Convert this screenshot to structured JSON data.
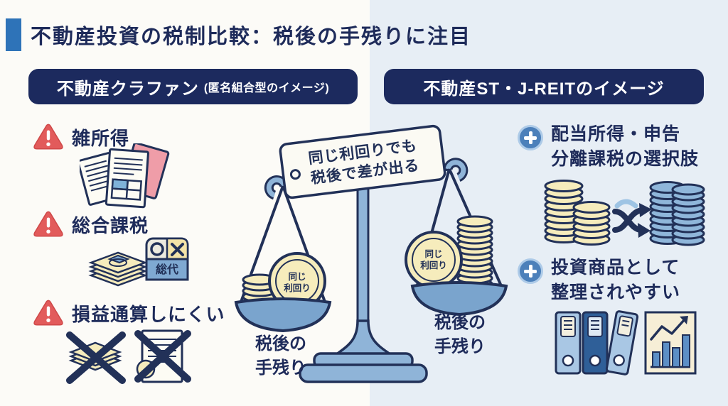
{
  "title": {
    "text": "不動産投資の税制比較：税後の手残りに注目"
  },
  "left_panel": {
    "header_main": "不動産クラファン",
    "header_sub": "(匿名組合型のイメージ)",
    "item1_label": "雑所得",
    "item2_label": "総合課税",
    "item2_card_text": "総代",
    "item3_label": "損益通算しにくい"
  },
  "right_panel": {
    "header": "不動産ST・J-REITのイメージ",
    "item1_line1": "配当所得・申告",
    "item1_line2": "分離課税の選択肢",
    "item2_line1": "投資商品として",
    "item2_line2": "整理されやすい"
  },
  "scale": {
    "tag_line1": "同じ利回りでも",
    "tag_line2": "税後で差が出る",
    "left_coin_line1": "同じ",
    "left_coin_line2": "利回り",
    "right_coin_line1": "同じ",
    "right_coin_line2": "利回り",
    "left_pan_label_line1": "税後の",
    "left_pan_label_line2": "手残り",
    "right_pan_label_line1": "税後の",
    "right_pan_label_line2": "手残り"
  },
  "colors": {
    "navy_text": "#1e2b5a",
    "outline_navy": "#223158",
    "header_pill_bg": "#1c2a5e",
    "accent_blue": "#2e73b8",
    "warning_red": "#e25b5b",
    "plus_blue": "#4c80ba",
    "coin_yellow": "#f6ecbc",
    "coin_blue": "#8fb6da",
    "pan_blue": "#7aa4cd",
    "pillar_blue": "#8fb4d8",
    "bg_left": "#fcfbf7",
    "bg_right": "#e7eef5"
  }
}
